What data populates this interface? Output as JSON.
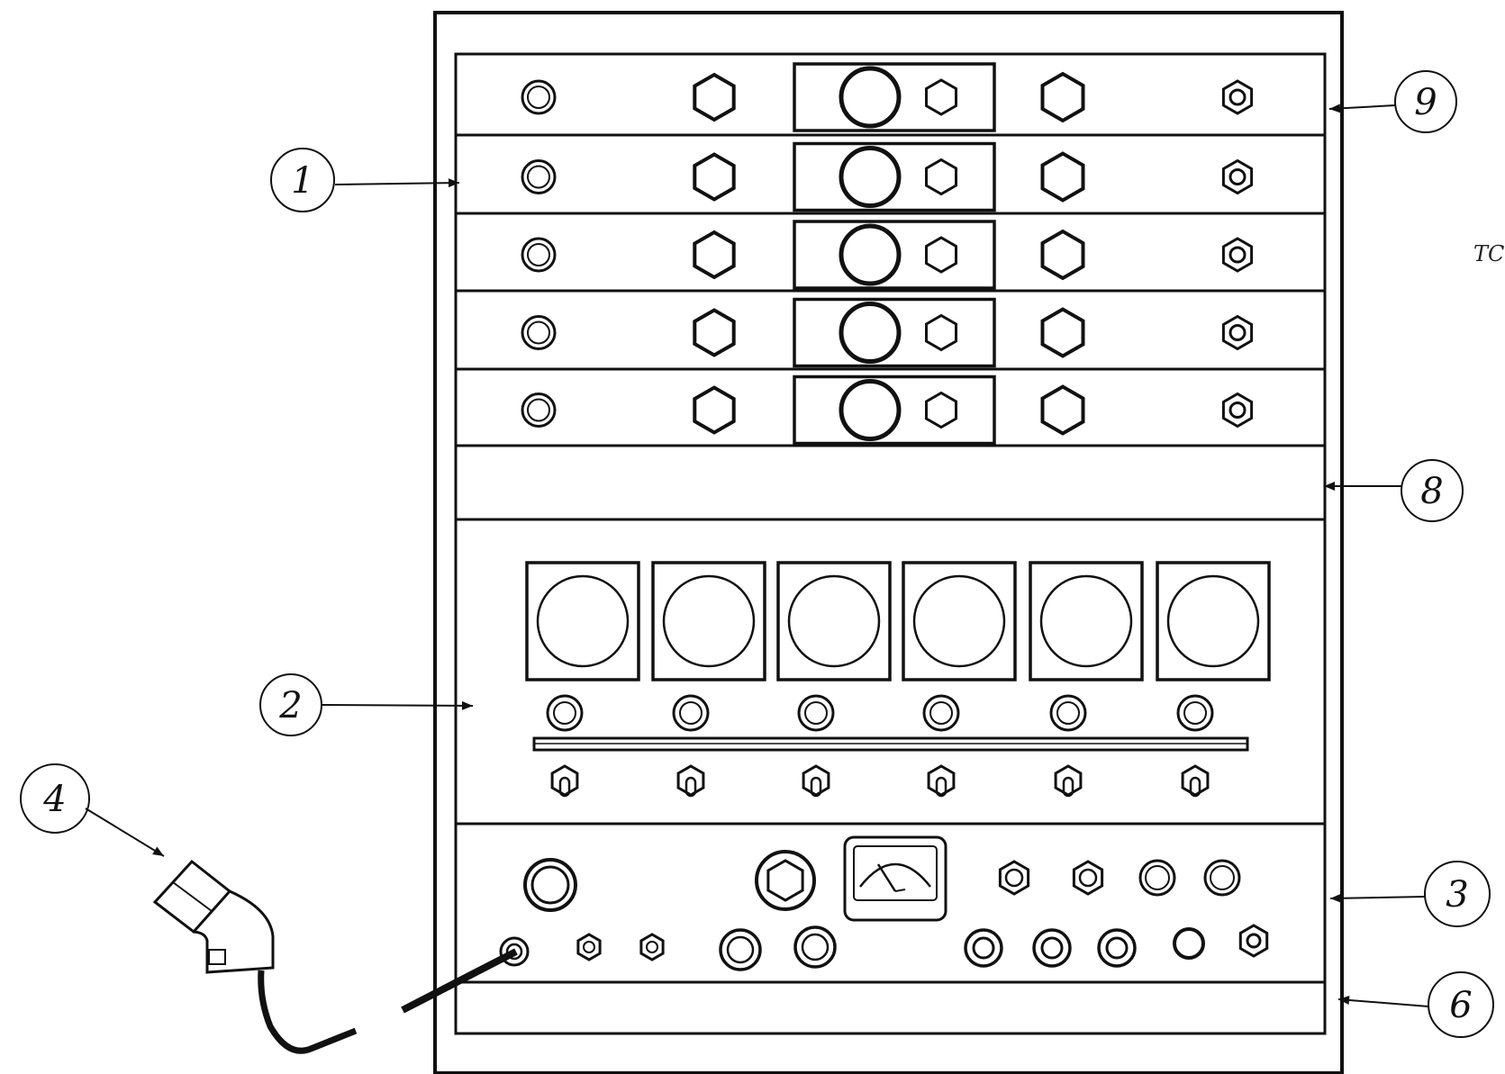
{
  "diagram": {
    "callouts": [
      {
        "id": "c9",
        "label": "9"
      },
      {
        "id": "c1",
        "label": "1"
      },
      {
        "id": "c8",
        "label": "8"
      },
      {
        "id": "c2",
        "label": "2"
      },
      {
        "id": "c4",
        "label": "4"
      },
      {
        "id": "c3",
        "label": "3"
      },
      {
        "id": "c6",
        "label": "6"
      }
    ],
    "margin_text": "TC",
    "stroke_color": "#111111",
    "background_color": "#ffffff"
  }
}
